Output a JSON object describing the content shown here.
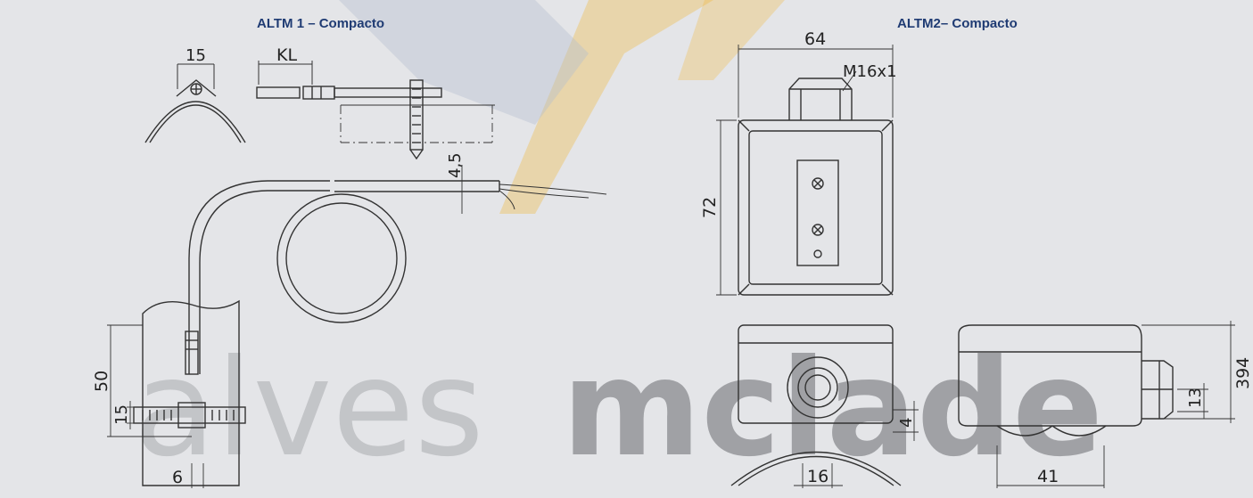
{
  "titles": {
    "altm1": "ALTM 1 – Compacto",
    "altm2": "ALTM2– Compacto"
  },
  "watermark": {
    "word1": "alves",
    "word2": "mclade"
  },
  "dimensions": {
    "clip_width": "15",
    "kl": "KL",
    "probe_diameter": "4,5",
    "pipe_height": "50",
    "band_height": "15",
    "band_offset": "6",
    "box_width": "64",
    "gland_thread": "M16x1",
    "box_height": "72",
    "side_height": "394",
    "gland_height": "13",
    "bottom_gap": "4",
    "bottom_width": "16",
    "base_width": "41"
  },
  "colors": {
    "line": "#333333",
    "title": "#1f3b73",
    "watermark_light": "#a9abae",
    "watermark_dark": "#7c7e82",
    "wedge_orange": "#f2b638",
    "wedge_blue": "#b3bdd0"
  }
}
